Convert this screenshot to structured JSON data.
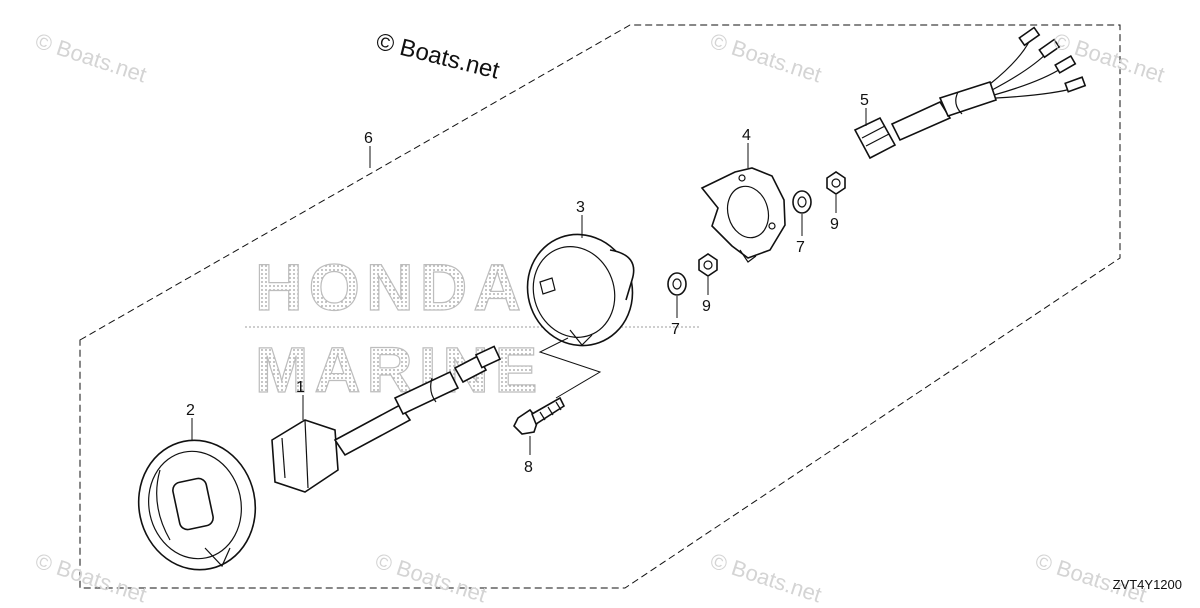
{
  "copyright": "© Boats.net",
  "watermark_text": "© Boats.net",
  "brand_line1": "HONDA",
  "brand_line2": "MARINE",
  "diagram_id": "ZVT4Y1200",
  "callouts": [
    "1",
    "2",
    "3",
    "4",
    "5",
    "6",
    "7",
    "7",
    "8",
    "9",
    "9"
  ],
  "colors": {
    "ink": "#111111",
    "watermark": "#d4d4d4",
    "brand_dots": "#bdbdbd"
  }
}
